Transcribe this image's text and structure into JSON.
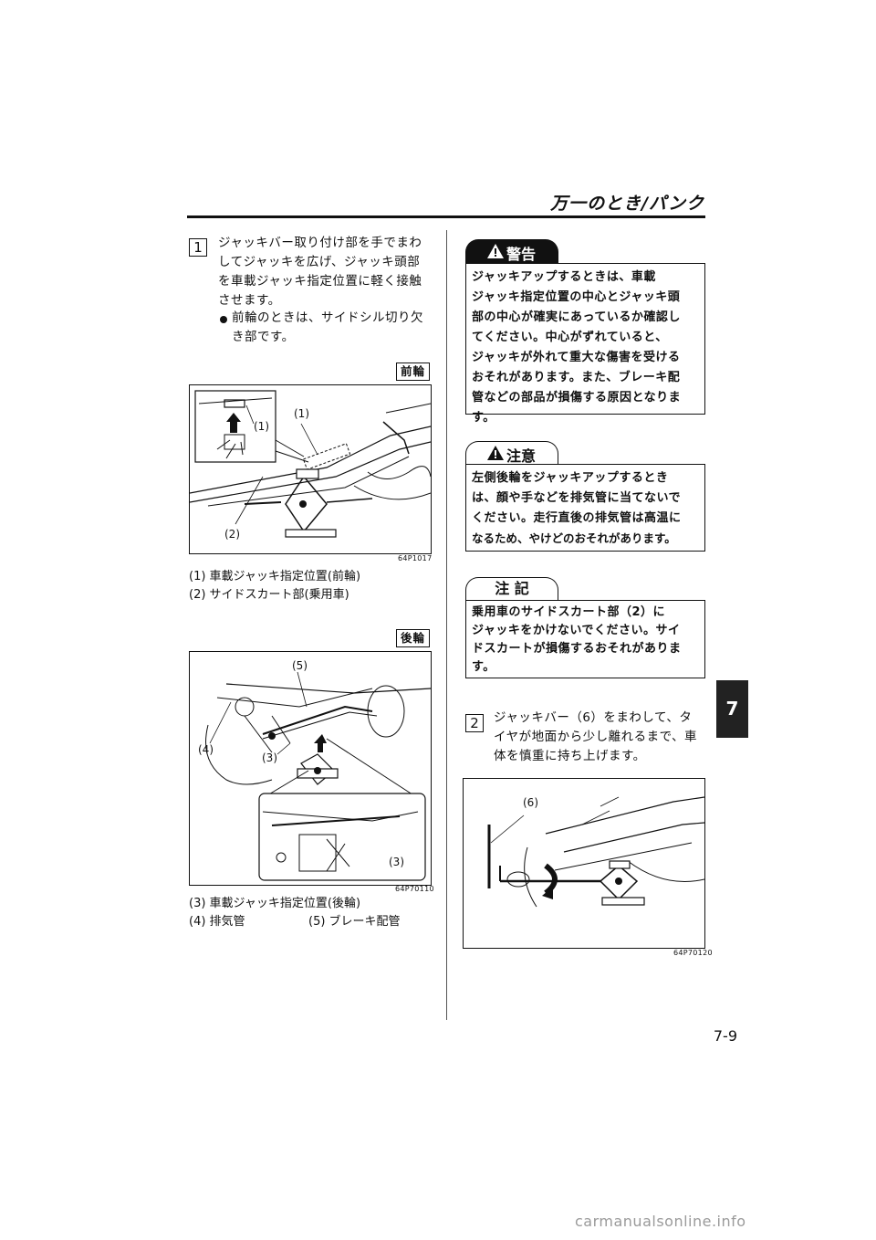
{
  "header": {
    "title": "万一のとき/パンク"
  },
  "step1": {
    "number": "1",
    "lines": [
      "ジャッキバー取り付け部を手でまわ",
      "してジャッキを広げ、ジャッキ頭部",
      "を車載ジャッキ指定位置に軽く接触",
      "させます。"
    ],
    "bullet": [
      "前輪のときは、サイドシル切り欠",
      "き部です。"
    ]
  },
  "front_fig": {
    "tag": "前輪",
    "code": "64P1017",
    "callouts": [
      "(1)",
      "(1)",
      "(2)"
    ],
    "captions": [
      "(1) 車載ジャッキ指定位置(前輪)",
      "(2) サイドスカート部(乗用車)"
    ]
  },
  "rear_fig": {
    "tag": "後輪",
    "code": "64P70110",
    "callouts": [
      "(5)",
      "(4)",
      "(3)",
      "(3)"
    ],
    "captions": [
      "(3) 車載ジャッキ指定位置(後輪)",
      "(4) 排気管",
      "(5) ブレーキ配管"
    ]
  },
  "warning": {
    "label": "警告",
    "lines": [
      "ジャッキアップするときは、車載",
      "ジャッキ指定位置の中心とジャッキ頭",
      "部の中心が確実にあっているか確認し",
      "てください。中心がずれていると、",
      "ジャッキが外れて重大な傷害を受ける",
      "おそれがあります。また、ブレーキ配",
      "管などの部品が損傷する原因となりま",
      "す。"
    ]
  },
  "caution": {
    "label": "注意",
    "lines": [
      "左側後輪をジャッキアップするとき",
      "は、顔や手などを排気管に当てないで",
      "ください。走行直後の排気管は高温に",
      "なるため、やけどのおそれがあります。"
    ]
  },
  "note": {
    "label": "注 記",
    "lines": [
      "乗用車のサイドスカート部（2）に",
      "ジャッキをかけないでください。サイ",
      "ドスカートが損傷するおそれがありま",
      "す。"
    ]
  },
  "step2": {
    "number": "2",
    "lines": [
      "ジャッキバー（6）をまわして、タ",
      "イヤが地面から少し離れるまで、車",
      "体を慎重に持ち上げます。"
    ]
  },
  "fig3": {
    "code": "64P70120",
    "callout": "(6)"
  },
  "chapter_tab": "7",
  "page_number": "7-9",
  "watermark": "carmanualsonline.info"
}
